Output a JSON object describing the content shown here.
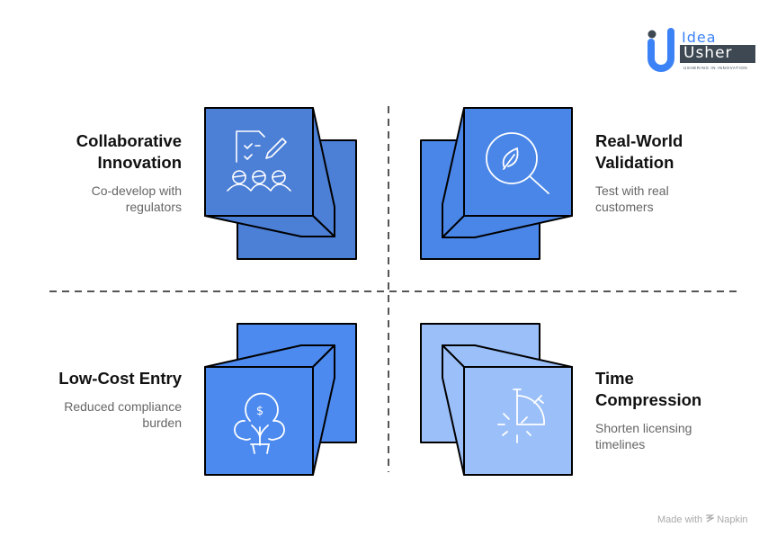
{
  "logo": {
    "word1": "Idea",
    "word2": "Usher",
    "tagline": "USHERING IN INNOVATION",
    "colors": {
      "primary": "#3b82f6",
      "dark": "#3d4852"
    }
  },
  "quadrants": [
    {
      "id": "top-left",
      "title_line1": "Collaborative",
      "title_line2": "Innovation",
      "desc_line1": "Co-develop with",
      "desc_line2": "regulators",
      "icon": "checklist-team-icon",
      "color": "#4c7fd6"
    },
    {
      "id": "top-right",
      "title_line1": "Real-World",
      "title_line2": "Validation",
      "desc_line1": "Test with real",
      "desc_line2": "customers",
      "icon": "leaf-magnifier-icon",
      "color": "#4a86e8"
    },
    {
      "id": "bottom-left",
      "title_line1": "Low-Cost Entry",
      "title_line2": "",
      "desc_line1": "Reduced compliance",
      "desc_line2": "burden",
      "icon": "money-tree-icon",
      "color": "#4c8af0"
    },
    {
      "id": "bottom-right",
      "title_line1": "Time",
      "title_line2": "Compression",
      "desc_line1": "Shorten licensing",
      "desc_line2": "timelines",
      "icon": "stopwatch-icon",
      "color": "#9bbff8"
    }
  ],
  "footer": {
    "made_with": "Made with",
    "brand": "Napkin"
  }
}
